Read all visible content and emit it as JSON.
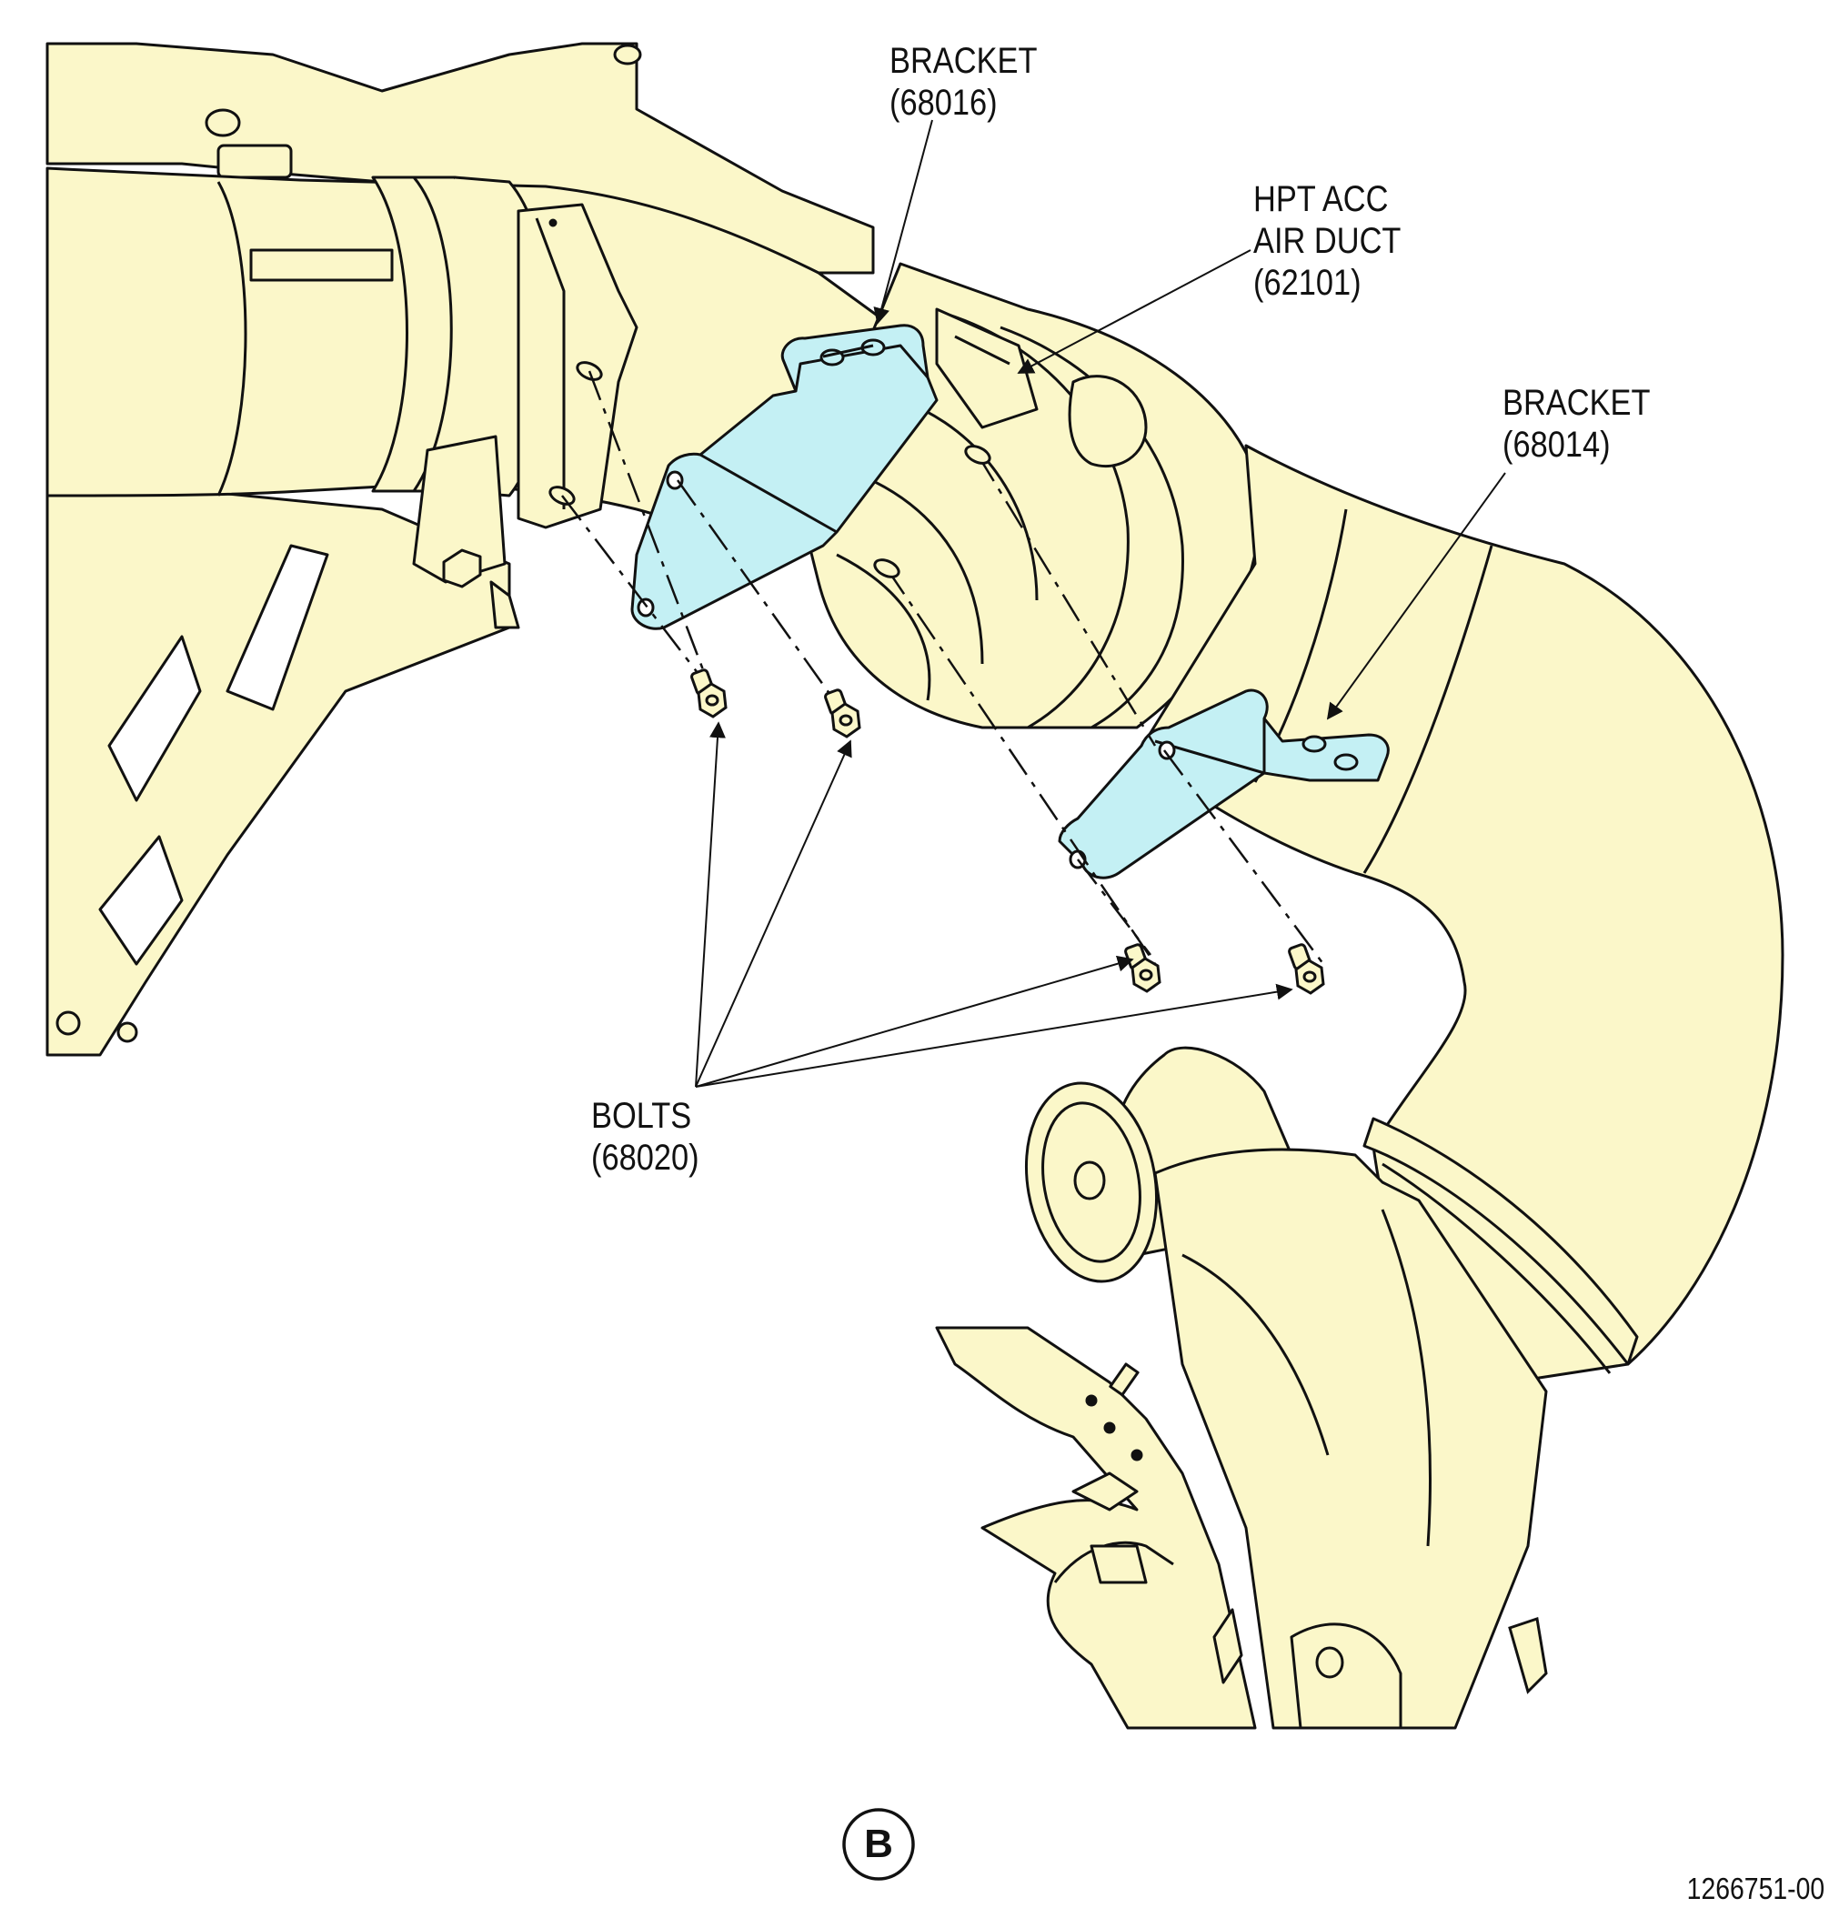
{
  "callouts": {
    "bracket_68016": {
      "line1": "BRACKET",
      "line2": "(68016)"
    },
    "hpt_acc_air_duct": {
      "line1": "HPT ACC",
      "line2": "AIR DUCT",
      "line3": "(62101)"
    },
    "bracket_68014": {
      "line1": "BRACKET",
      "line2": "(68014)"
    },
    "bolts": {
      "line1": "BOLTS",
      "line2": "(68020)"
    }
  },
  "view_letter": "B",
  "figure_number": "1266751-00",
  "colors": {
    "duct_fill": "#fbf7c9",
    "bracket_fill": "#c4f0f4",
    "line": "#111111",
    "background": "#ffffff"
  }
}
